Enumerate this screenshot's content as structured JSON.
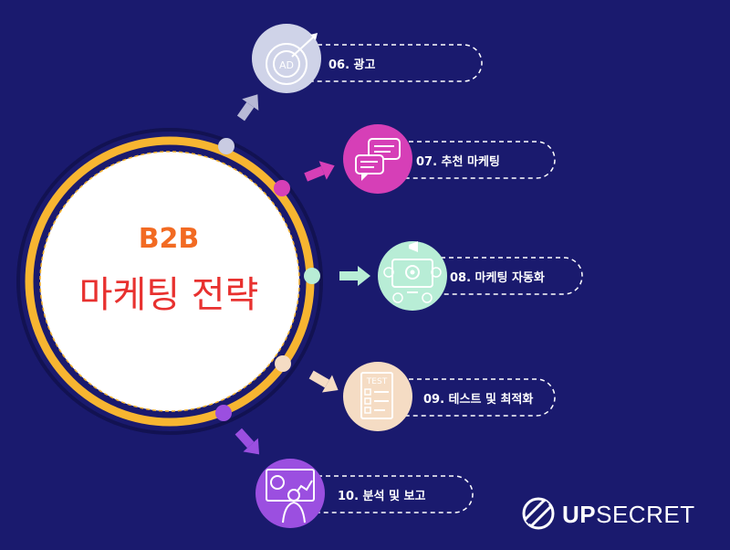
{
  "hub": {
    "title": "B2B",
    "subtitle": "마케팅 전략",
    "title_color": "#f26a22",
    "subtitle_color": "#e8312f",
    "ring_color": "#f7b531"
  },
  "items": [
    {
      "number": "06",
      "label": "06. 광고",
      "icon": "ad-target-icon",
      "color": "#cfd3e8"
    },
    {
      "number": "07",
      "label": "07. 추천 마케팅",
      "icon": "chat-bubbles-icon",
      "color": "#d63fb7"
    },
    {
      "number": "08",
      "label": "08. 마케팅 자동화",
      "icon": "monitor-automation-icon",
      "color": "#b8edd6"
    },
    {
      "number": "09",
      "label": "09. 테스트 및 최적화",
      "icon": "test-checklist-icon",
      "color": "#f5dcc4"
    },
    {
      "number": "10",
      "label": "10. 분석 및 보고",
      "icon": "presenter-analytics-icon",
      "color": "#9b4fe0"
    }
  ],
  "icon_texts": {
    "ad": "AD",
    "test": "TEST"
  },
  "brand": {
    "up": "UP",
    "secret": "SECRET"
  }
}
